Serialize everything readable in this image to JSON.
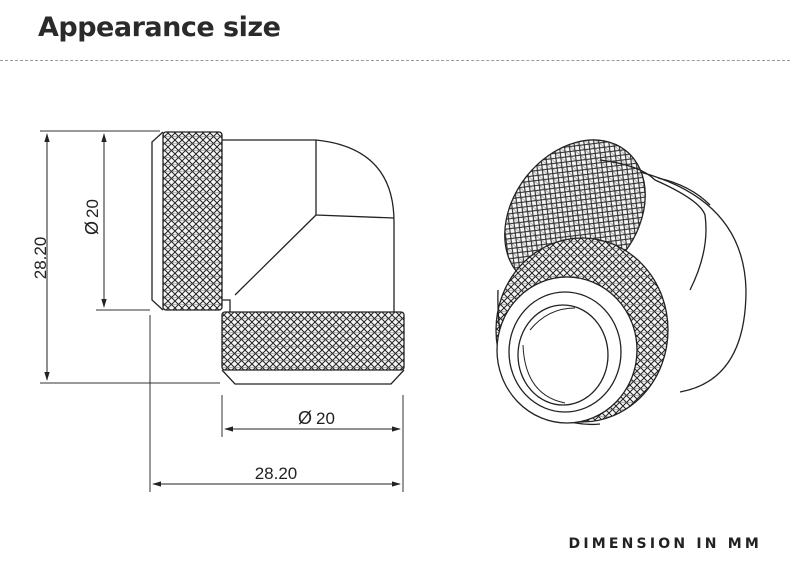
{
  "header": {
    "title": "Appearance size"
  },
  "dimensions": {
    "diameter_symbol": "Ø",
    "vertical_height": "28.20",
    "vertical_diameter": "20",
    "horizontal_diameter": "20",
    "horizontal_width": "28.20"
  },
  "footer": {
    "note": "DIMENSION IN MM"
  }
}
